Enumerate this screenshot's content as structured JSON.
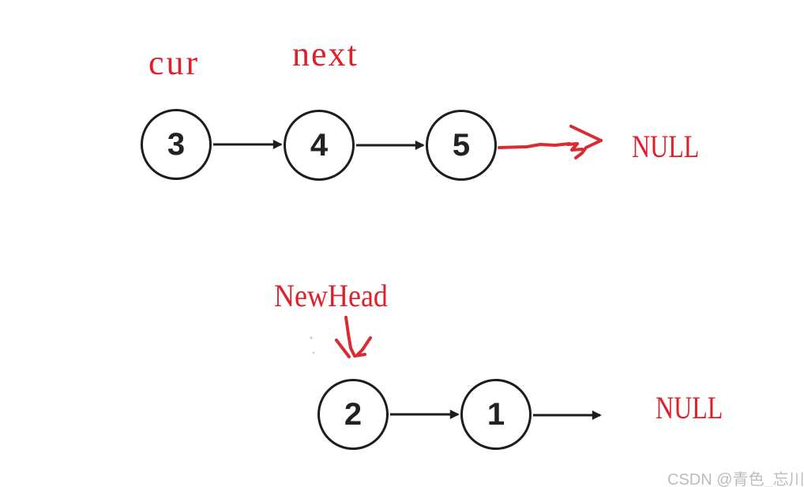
{
  "annotations": {
    "cur": "cur",
    "next": "next",
    "new_head": "NewHead",
    "null_top": "NULL",
    "null_bottom": "NULL"
  },
  "lists": {
    "top": {
      "nodes": [
        "3",
        "4",
        "5"
      ]
    },
    "bottom": {
      "nodes": [
        "2",
        "1"
      ]
    }
  },
  "watermark": "CSDN @青色_忘川",
  "colors": {
    "annotation_red": "#e01f2b",
    "stroke_black": "#1d1d1d",
    "watermark_gray": "#bcbcbc"
  }
}
